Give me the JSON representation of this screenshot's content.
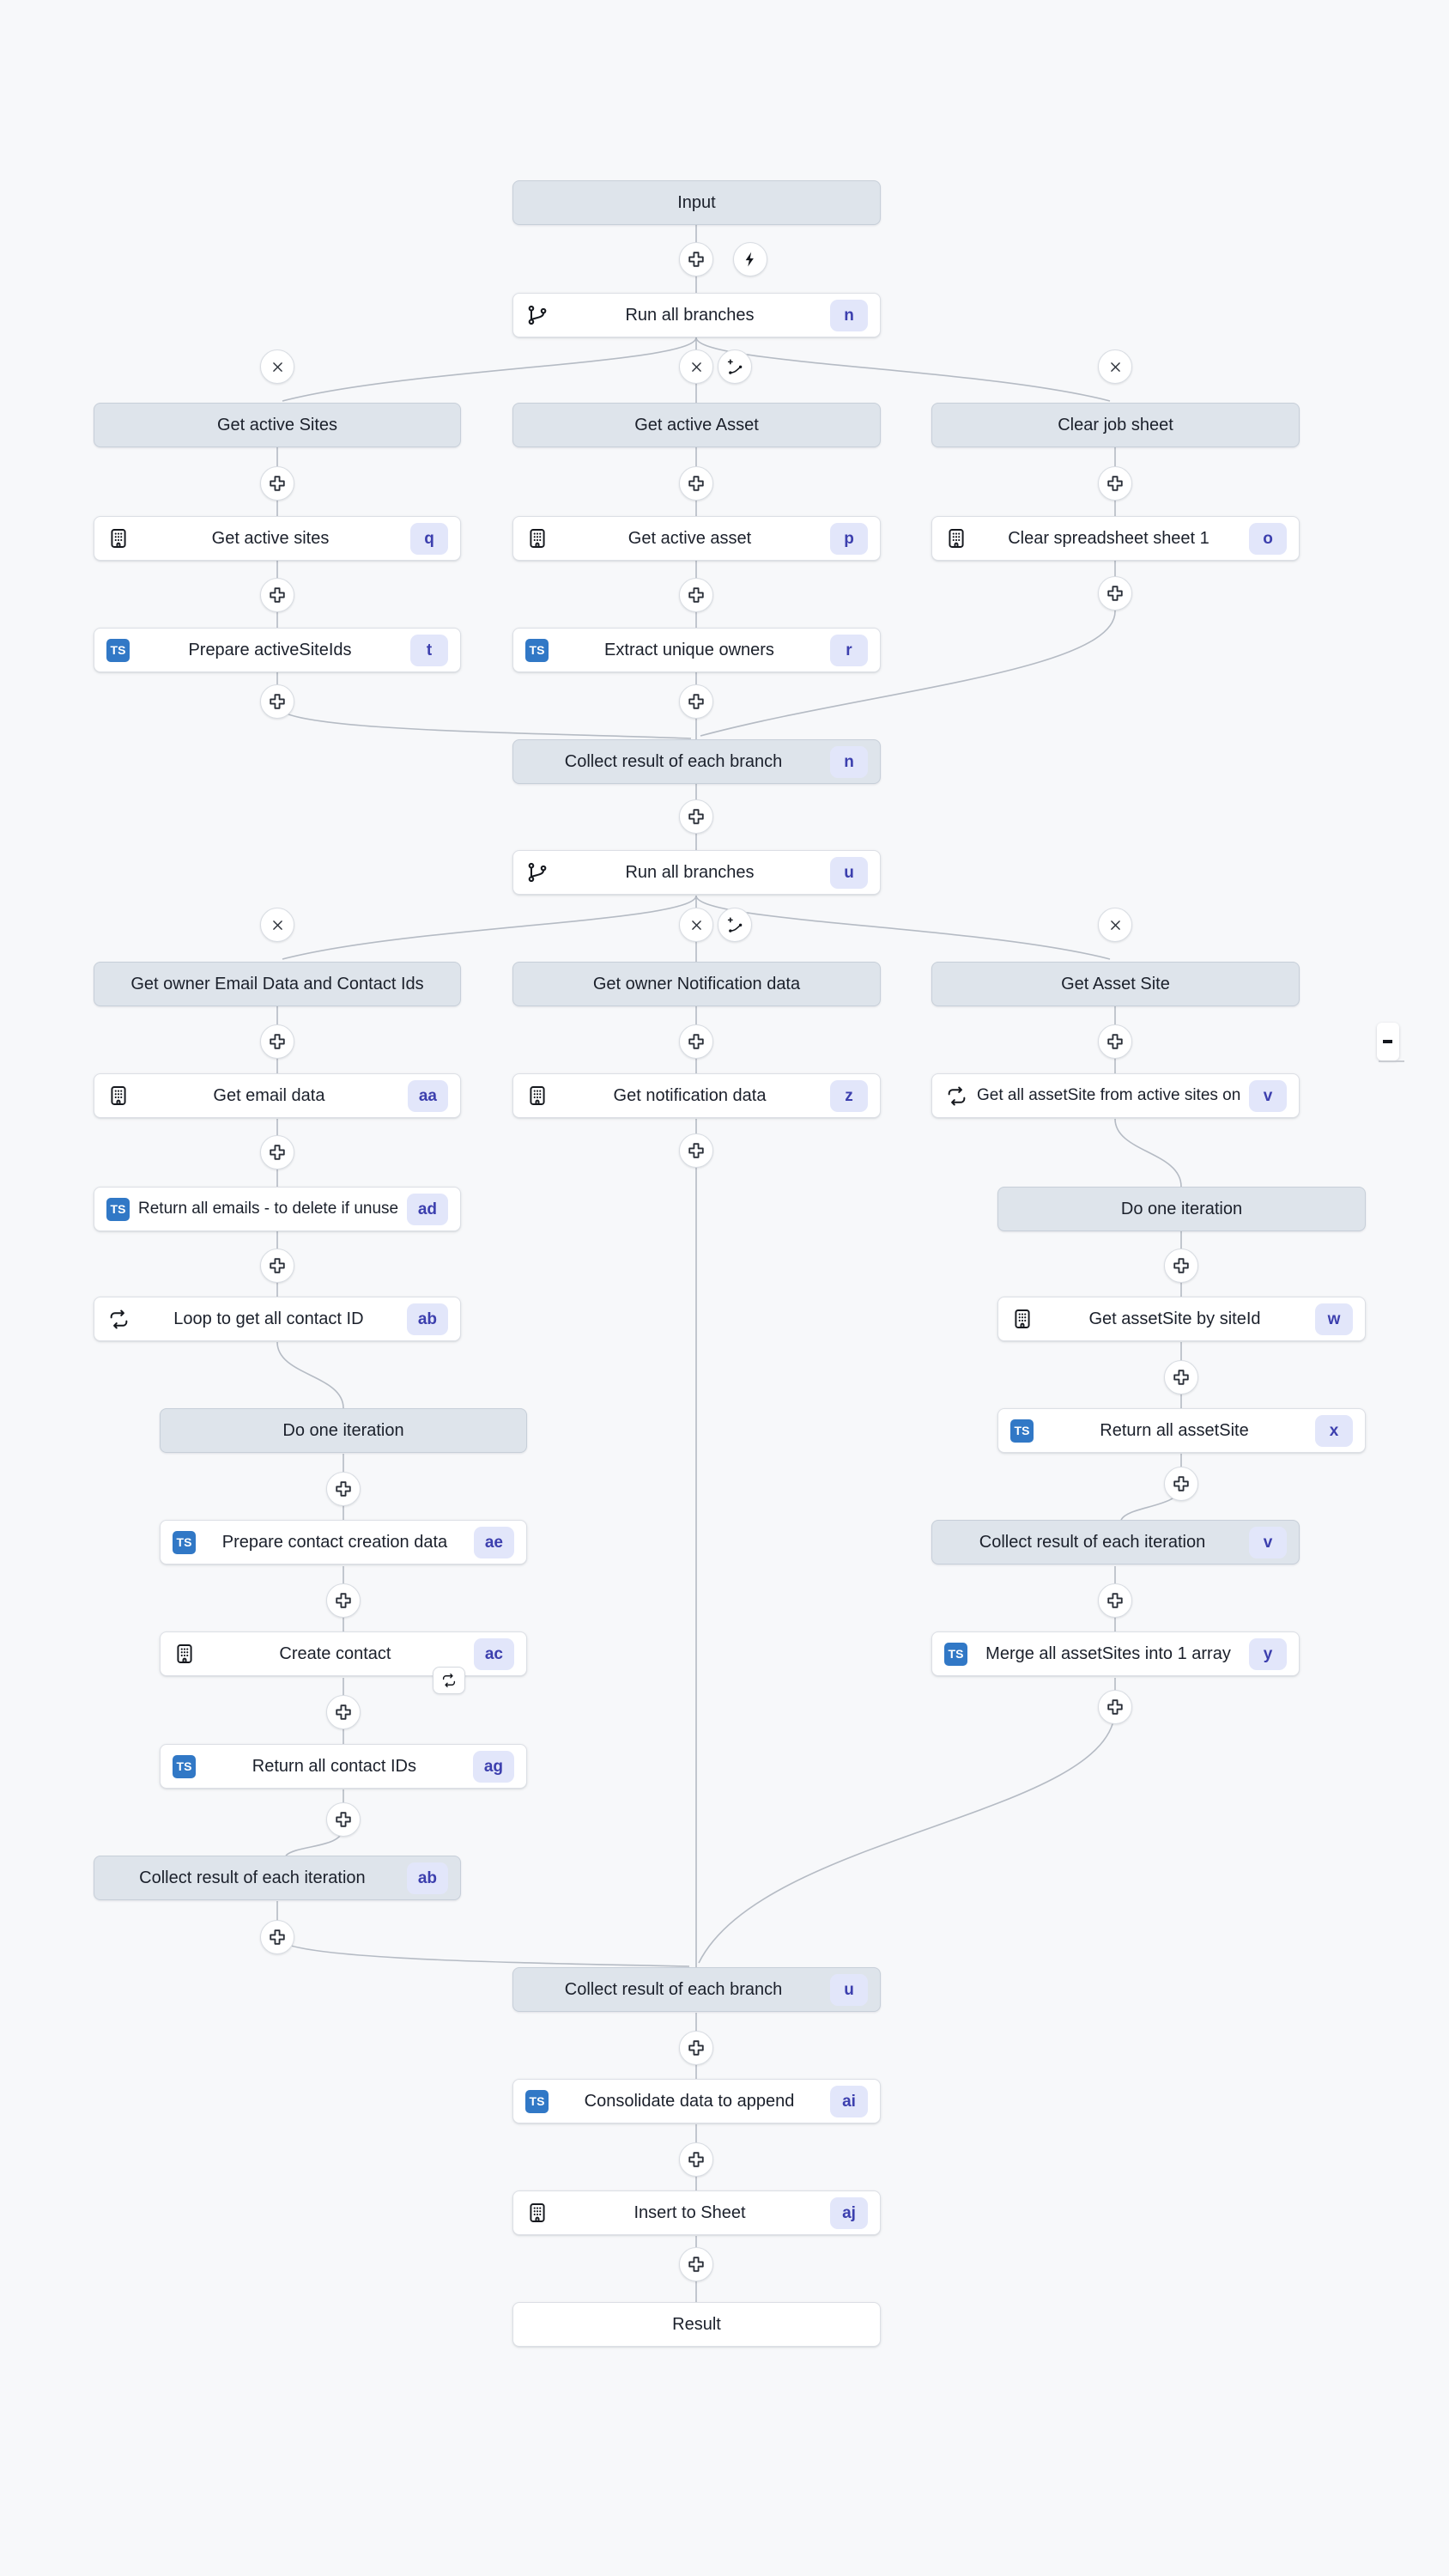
{
  "canvas": {
    "background": "#f7f8fa",
    "connector_color": "#b5bbc4",
    "header_node_bg": "#dee4eb",
    "white_node_bg": "#ffffff",
    "badge_bg": "#e2e6fa",
    "badge_text_color": "#3c3fae",
    "typescript_icon_bg": "#3178c6"
  },
  "icons": {
    "typescript_label": "TS",
    "plus": "plus-icon",
    "delete": "x-icon",
    "lightning": "lightning-icon",
    "add_branch": "add-branch-icon",
    "branch": "git-branch-icon",
    "building": "building-icon",
    "loop": "loop-icon",
    "retry": "retry-loop-icon",
    "minus": "minus-icon"
  },
  "nodes": {
    "input": {
      "label": "Input"
    },
    "run_all_branches_1": {
      "label": "Run all branches",
      "badge": "n"
    },
    "get_active_sites_header": {
      "label": "Get active Sites"
    },
    "get_active_asset_header": {
      "label": "Get active Asset"
    },
    "clear_job_sheet_header": {
      "label": "Clear job sheet"
    },
    "get_active_sites": {
      "label": "Get active sites",
      "badge": "q"
    },
    "get_active_asset": {
      "label": "Get active asset",
      "badge": "p"
    },
    "clear_spreadsheet_sheet_1": {
      "label": "Clear spreadsheet sheet 1",
      "badge": "o"
    },
    "prepare_activesiteids": {
      "label": "Prepare activeSiteIds",
      "badge": "t"
    },
    "extract_unique_owners": {
      "label": "Extract unique owners",
      "badge": "r"
    },
    "collect_result_branch_1": {
      "label": "Collect result of each branch",
      "badge": "n"
    },
    "run_all_branches_2": {
      "label": "Run all branches",
      "badge": "u"
    },
    "owner_email_header": {
      "label": "Get owner Email Data and Contact Ids"
    },
    "owner_notification_header": {
      "label": "Get owner Notification data"
    },
    "get_asset_site_header": {
      "label": "Get Asset Site"
    },
    "get_email_data": {
      "label": "Get email data",
      "badge": "aa"
    },
    "get_notification_data": {
      "label": "Get notification data",
      "badge": "z"
    },
    "get_all_assetsite": {
      "label": "Get all assetSite from active sites only",
      "badge": "v"
    },
    "return_all_emails": {
      "label": "Return all emails - to delete if unused",
      "badge": "ad"
    },
    "loop_get_contact_id": {
      "label": "Loop to get all contact ID",
      "badge": "ab"
    },
    "do_one_iteration_left": {
      "label": "Do one iteration"
    },
    "prepare_contact_creation": {
      "label": "Prepare contact creation data",
      "badge": "ae"
    },
    "create_contact": {
      "label": "Create contact",
      "badge": "ac"
    },
    "return_all_contact_ids": {
      "label": "Return all contact IDs",
      "badge": "ag"
    },
    "collect_result_iteration_left": {
      "label": "Collect result of each iteration",
      "badge": "ab"
    },
    "do_one_iteration_right": {
      "label": "Do one iteration"
    },
    "get_assetsite_by_siteid": {
      "label": "Get assetSite by siteId",
      "badge": "w"
    },
    "return_all_assetsite": {
      "label": "Return all assetSite",
      "badge": "x"
    },
    "collect_result_iteration_right": {
      "label": "Collect result of each iteration",
      "badge": "v"
    },
    "merge_all_assetsites": {
      "label": "Merge all assetSites into 1 array",
      "badge": "y"
    },
    "collect_result_branch_2": {
      "label": "Collect result of each branch",
      "badge": "u"
    },
    "consolidate_data_to_append": {
      "label": "Consolidate data to append",
      "badge": "ai"
    },
    "insert_to_sheet": {
      "label": "Insert to Sheet",
      "badge": "aj"
    },
    "result": {
      "label": "Result"
    }
  }
}
